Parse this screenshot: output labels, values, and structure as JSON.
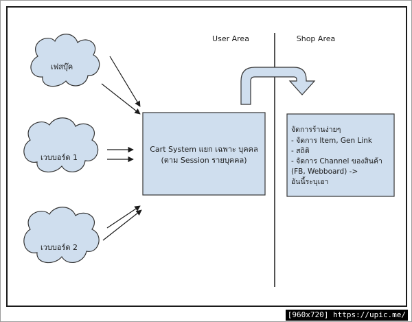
{
  "diagram": {
    "area_labels": {
      "user_area": "User Area",
      "shop_area": "Shop Area"
    },
    "sources": [
      {
        "label": "เฟสบุ๊ค"
      },
      {
        "label": "เวบบอร์ด 1"
      },
      {
        "label": "เวบบอร์ด 2"
      }
    ],
    "cart_system": {
      "line1": "Cart System แยก เฉพาะ บุคคล",
      "line2": "(ตาม Session รายบุคคล)"
    },
    "shop_box": {
      "lines": [
        "จัดการร้านง่ายๆ",
        "- จัดการ Item, Gen Link",
        "- สถิติ",
        "- จัดการ Channel ของสินค้า",
        "(FB, Webboard) ->",
        "อันนี้ระบุเอา"
      ]
    },
    "colors": {
      "fill": "#cfdeee",
      "stroke": "#333333",
      "line": "#1a1a1a"
    }
  },
  "watermark": {
    "size": "[960x720]",
    "url": "https://upic.me/"
  }
}
